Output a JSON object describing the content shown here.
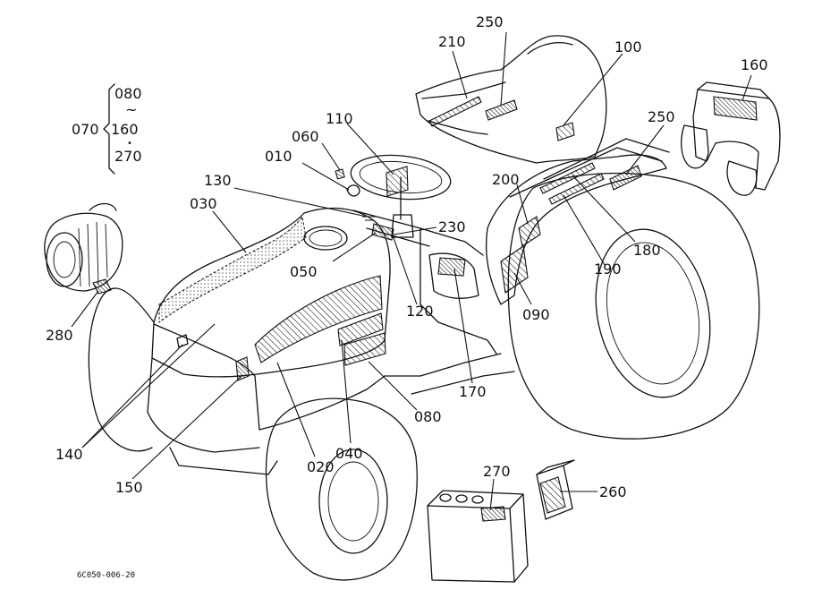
{
  "figure_code": "6C050-006-20",
  "bracket_group": {
    "main_label": "070",
    "top": "080",
    "tilde": "~",
    "middle": "160",
    "dot": "•",
    "bottom": "270"
  },
  "callouts": {
    "c250_top": "250",
    "c210": "210",
    "c100": "100",
    "c160": "160",
    "c250_right": "250",
    "c110": "110",
    "c060": "060",
    "c010": "010",
    "c130": "130",
    "c030": "030",
    "c200": "200",
    "c230": "230",
    "c050": "050",
    "c180": "180",
    "c190": "190",
    "c120": "120",
    "c090": "090",
    "c280": "280",
    "c170": "170",
    "c080": "080",
    "c140": "140",
    "c040": "040",
    "c020": "020",
    "c150": "150",
    "c270": "270",
    "c260": "260"
  }
}
